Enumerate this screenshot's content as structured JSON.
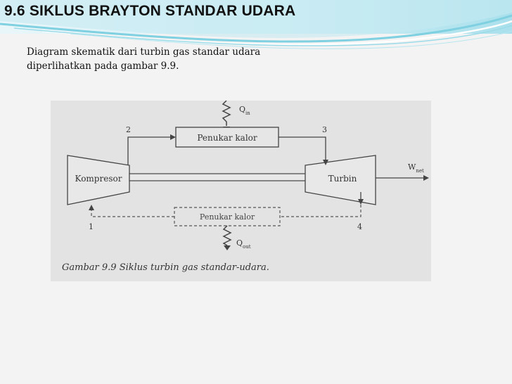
{
  "slide": {
    "title": "9.6 SIKLUS BRAYTON STANDAR UDARA",
    "body_lines": [
      "Diagram skematik dari turbin gas standar udara",
      "diperlihatkan pada gambar 9.9."
    ]
  },
  "diagram": {
    "heat_exchanger_top": "Penukar kalor",
    "heat_exchanger_bottom": "Penukar kalor",
    "compressor": "Kompresor",
    "turbine": "Turbin",
    "q_in": "Q",
    "q_in_sub": "in",
    "q_out": "Q",
    "q_out_sub": "out",
    "w_net": "W",
    "w_net_sub": "net",
    "state_1": "1",
    "state_2": "2",
    "state_3": "3",
    "state_4": "4",
    "caption": "Gambar 9.9   Siklus turbin gas standar-udara."
  },
  "colors": {
    "banner_light": "#d9f1f6",
    "banner_wave": "#7fd0e0",
    "scan_bg": "#e2e2e2",
    "ink": "#3a3a3a"
  }
}
